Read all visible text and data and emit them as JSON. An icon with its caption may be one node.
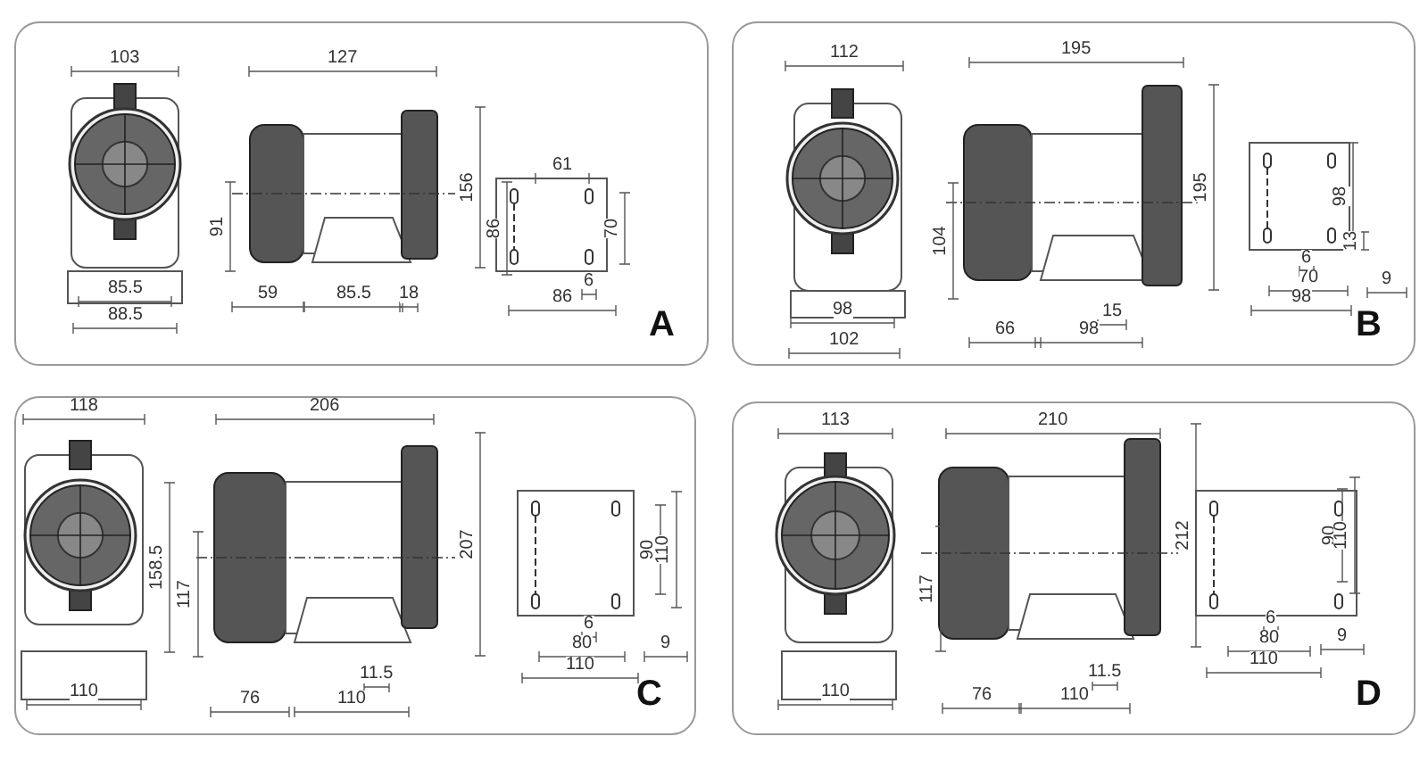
{
  "diagram": {
    "nodes": [
      {
        "text": [
          "A"
        ]
      },
      {
        "text": [
          "B"
        ]
      },
      {
        "text": [
          "C"
        ]
      },
      {
        "text": [
          "D"
        ]
      }
    ],
    "labels": [
      "103",
      "127",
      "156",
      "91",
      "61",
      "86",
      "70",
      "85.5",
      "88.5",
      "59",
      "85.5",
      "18",
      "6",
      "86",
      "112",
      "195",
      "195",
      "104",
      "98",
      "13",
      "6",
      "70",
      "9",
      "98",
      "98",
      "102",
      "66",
      "98",
      "15",
      "118",
      "206",
      "207",
      "158.5",
      "117",
      "90",
      "110",
      "6",
      "80",
      "9",
      "110",
      "110",
      "76",
      "110",
      "11.5",
      "113",
      "210",
      "212",
      "117",
      "90",
      "110",
      "6",
      "80",
      "9",
      "110",
      "110",
      "76",
      "110",
      "11.5"
    ]
  }
}
